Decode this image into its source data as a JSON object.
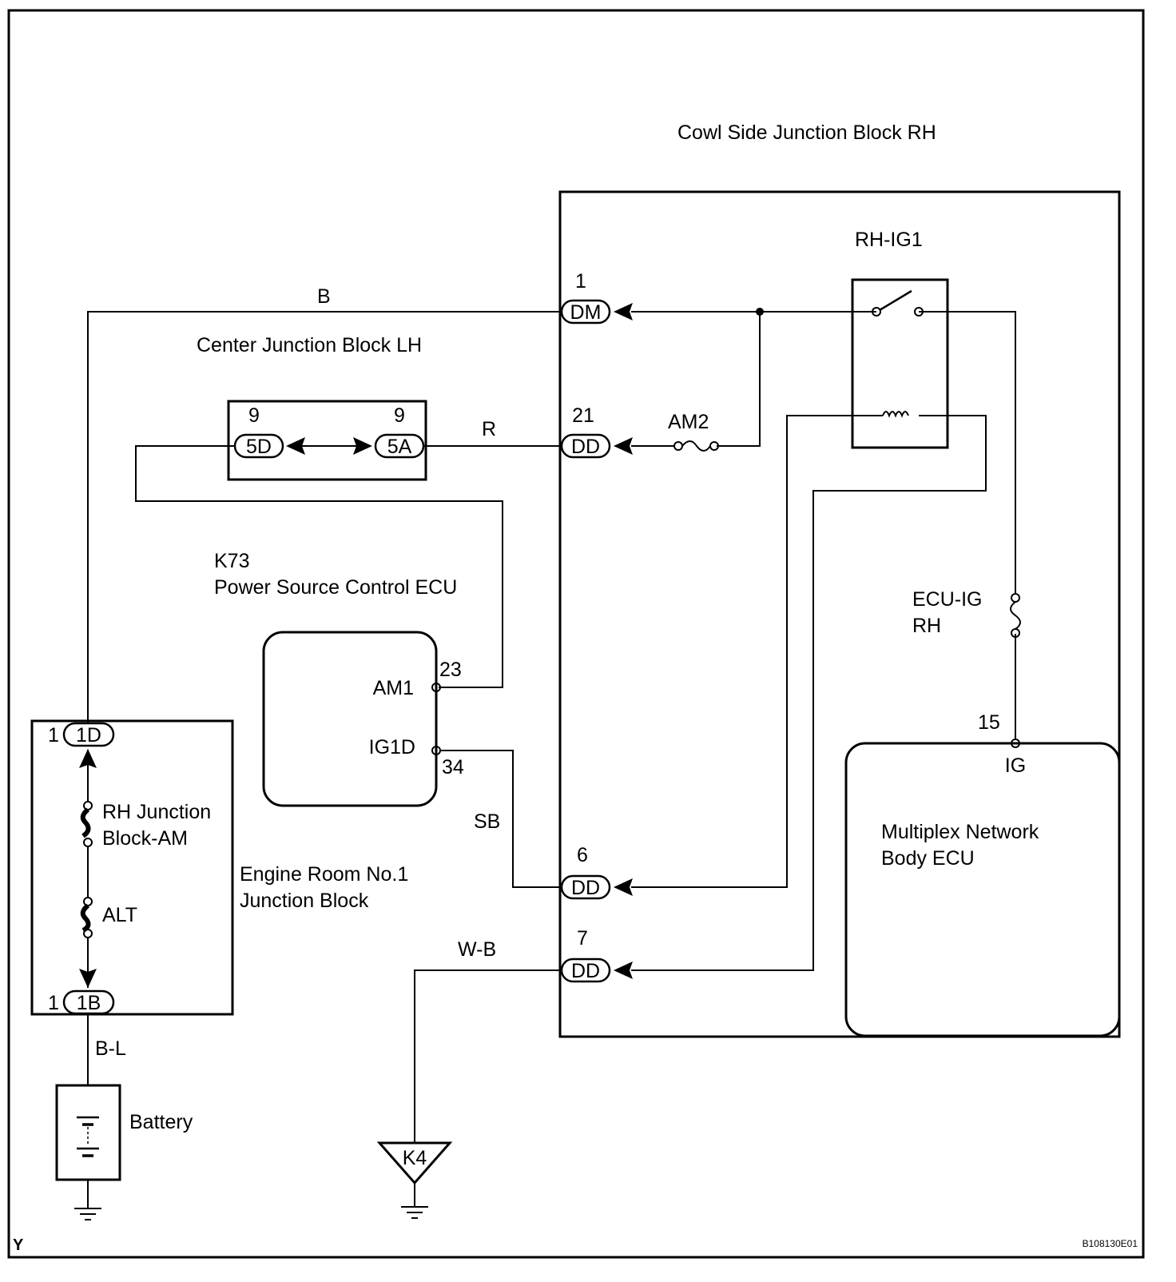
{
  "corner_mark": "Y",
  "figure_code": "B108130E01",
  "blocks": {
    "cowl_side_rh": "Cowl Side Junction Block RH",
    "center_lh": "Center Junction Block LH",
    "engine_room_line1": "Engine Room No.1",
    "engine_room_line2": "Junction Block"
  },
  "ecu_power": {
    "code": "K73",
    "name": "Power Source Control ECU",
    "pin_am1": "AM1",
    "pin_ig1d": "IG1D",
    "pin_am1_num": "23",
    "pin_ig1d_num": "34"
  },
  "ecu_body": {
    "name_line1": "Multiplex Network",
    "name_line2": "Body ECU",
    "pin_ig": "IG",
    "pin_ig_num": "15"
  },
  "relay": {
    "name": "RH-IG1"
  },
  "fuses": {
    "am2": "AM2",
    "ecu_ig_line1": "ECU-IG",
    "ecu_ig_line2": "RH",
    "rh_jb_am_line1": "RH Junction",
    "rh_jb_am_line2": "Block-AM",
    "alt": "ALT"
  },
  "connectors": {
    "dm": {
      "code": "DM",
      "pin": "1"
    },
    "dd21": {
      "code": "DD",
      "pin": "21"
    },
    "dd6": {
      "code": "DD",
      "pin": "6"
    },
    "dd7": {
      "code": "DD",
      "pin": "7"
    },
    "c5d": {
      "code": "5D",
      "pin": "9"
    },
    "c5a": {
      "code": "5A",
      "pin": "9"
    },
    "c1d": {
      "code": "1D",
      "pin": "1"
    },
    "c1b": {
      "code": "1B",
      "pin": "1"
    }
  },
  "wire_colors": {
    "b": "B",
    "r": "R",
    "sb": "SB",
    "wb": "W-B",
    "bl": "B-L"
  },
  "battery": "Battery",
  "ground_point": "K4"
}
